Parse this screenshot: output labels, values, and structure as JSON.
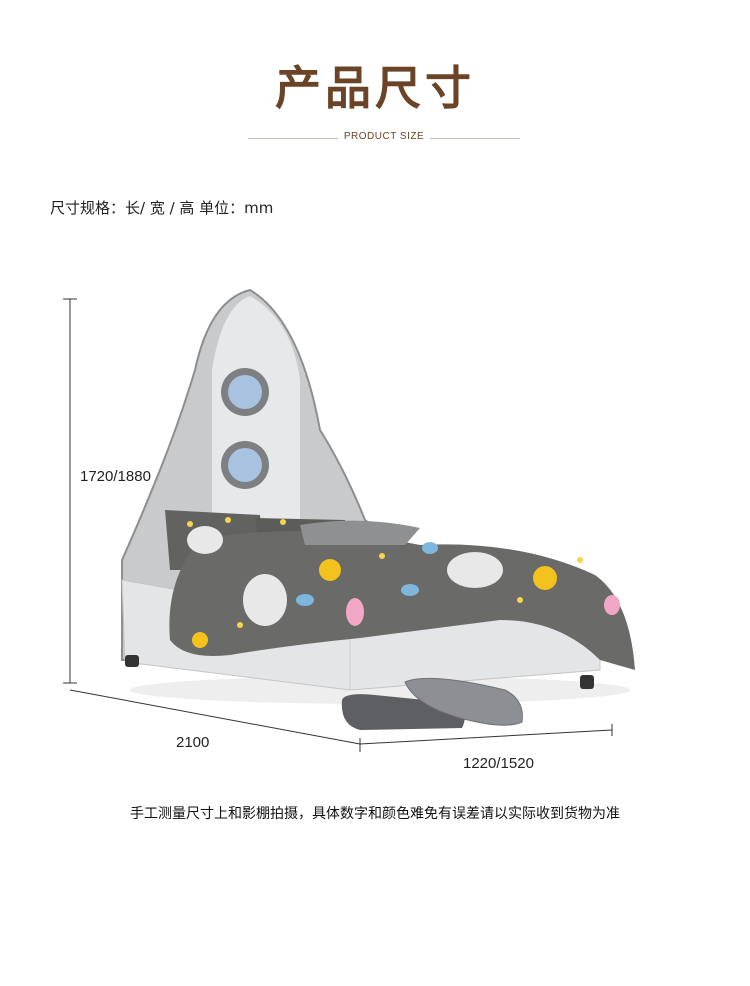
{
  "header": {
    "title": "产品尺寸",
    "subtitle": "PRODUCT SIZE"
  },
  "spec": {
    "text": "尺寸规格：长/ 宽 / 高 单位：mm"
  },
  "dimensions": {
    "height": "1720/1880",
    "length": "2100",
    "width": "1220/1520"
  },
  "footnote": {
    "text": "手工测量尺寸上和影棚拍摄，具体数字和颜色难免有误差请以实际收到货物为准"
  },
  "colors": {
    "title": "#6b4326",
    "bedding": "#6a6b68",
    "frame": "#e4e5e6"
  }
}
